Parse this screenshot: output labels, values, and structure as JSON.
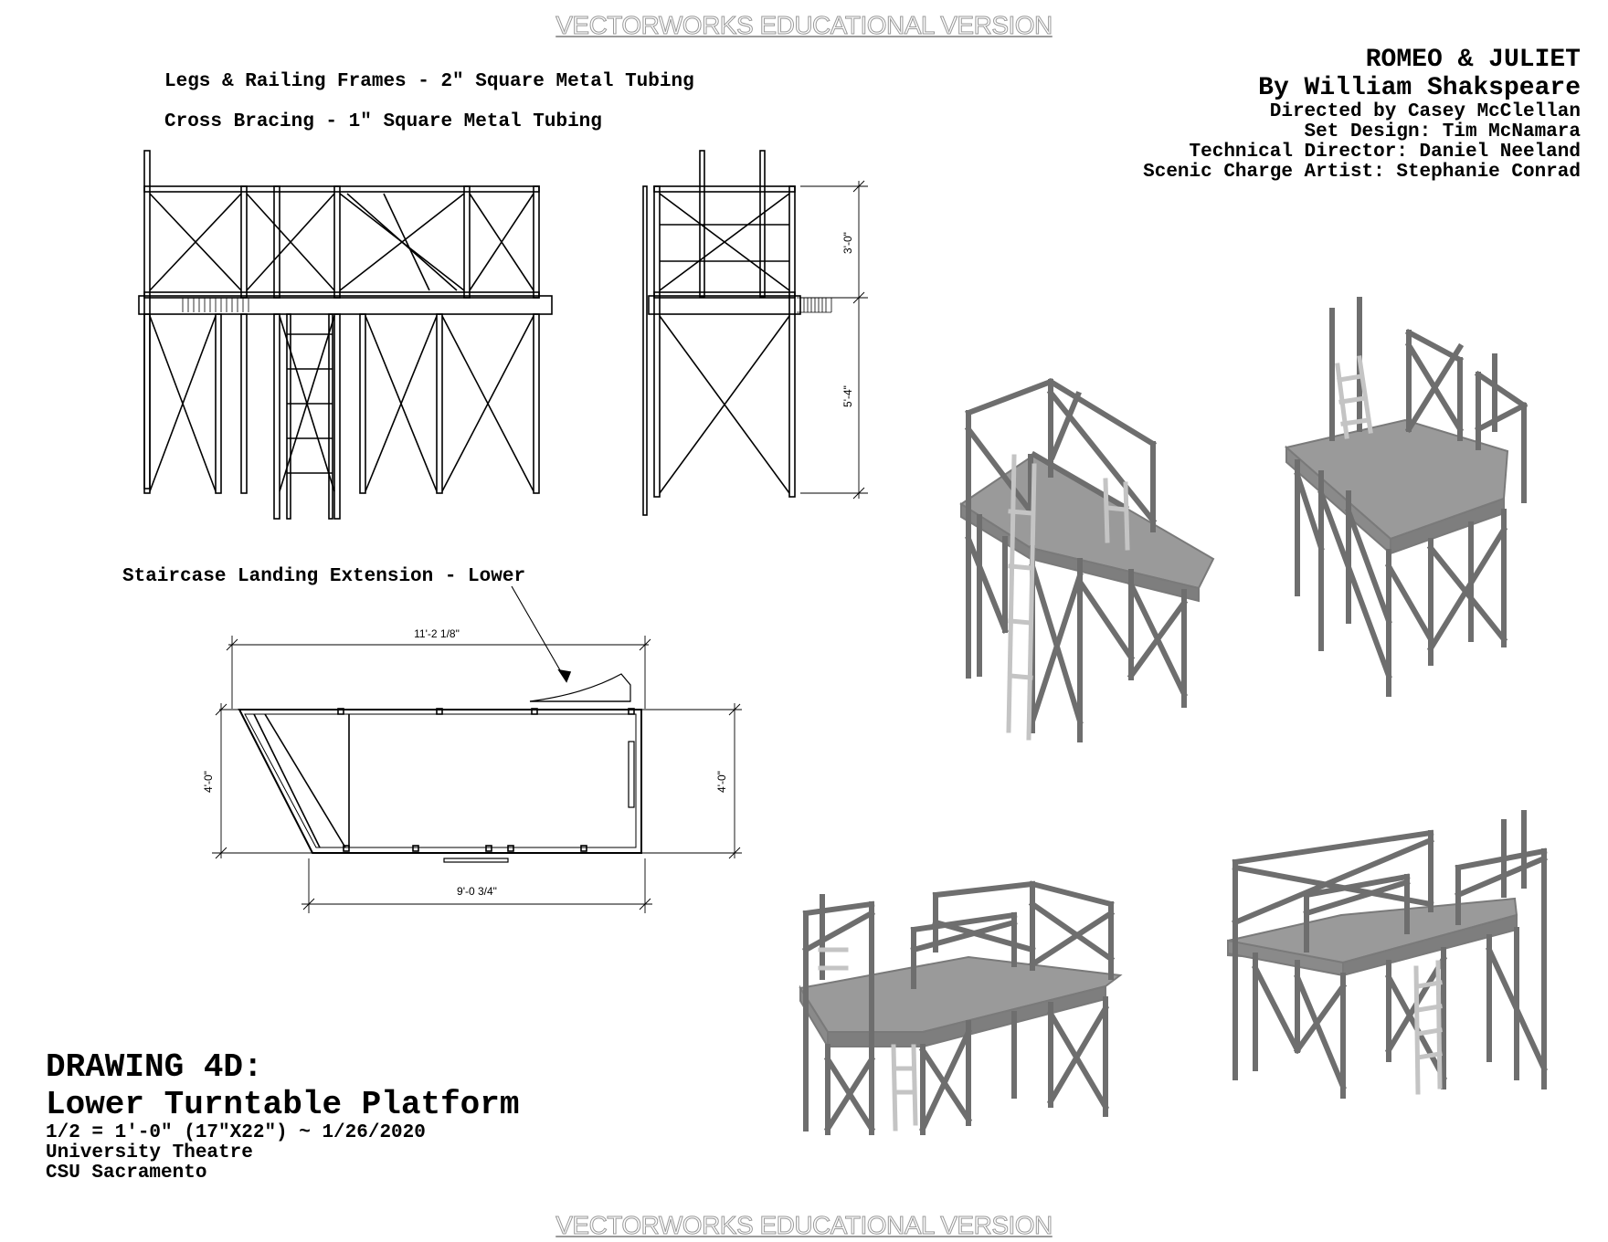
{
  "watermark": "VECTORWORKS EDUCATIONAL VERSION",
  "title_block": {
    "play_title": "ROMEO & JULIET",
    "author": "By William Shakspeare",
    "credits": [
      "Directed by Casey McClellan",
      "Set Design: Tim McNamara",
      "Technical Director: Daniel Neeland",
      "Scenic Charge Artist: Stephanie Conrad"
    ]
  },
  "notes": {
    "legs_frames": "Legs & Railing Frames - 2\" Square Metal Tubing",
    "cross_bracing": "Cross Bracing - 1\" Square Metal Tubing",
    "landing_extension": "Staircase Landing Extension - Lower"
  },
  "dimensions": {
    "rail_height": "3'-0\"",
    "leg_height": "5'-4\"",
    "plan_length": "11'-2 1/8\"",
    "plan_depth_left": "4'-0\"",
    "plan_depth_right": "4'-0\"",
    "plan_bottom_length": "9'-0 3/4\""
  },
  "drawing": {
    "number": "DRAWING 4D:",
    "name": "Lower Turntable Platform",
    "scale_date": "1/2 = 1'-0\" (17\"X22\") ~ 1/26/2020",
    "venue": "University Theatre",
    "school": "CSU Sacramento"
  }
}
